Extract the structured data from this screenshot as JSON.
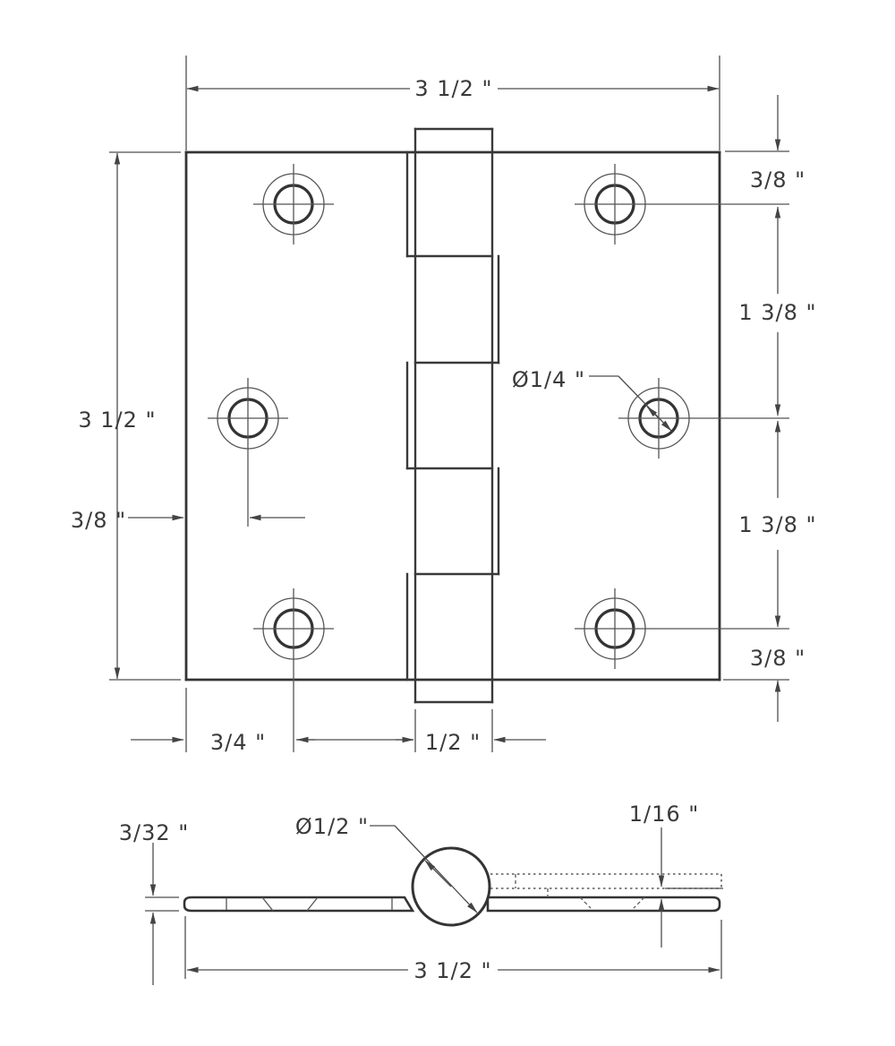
{
  "top_view": {
    "width_dim": "3 1/2 \"",
    "height_dim": "3 1/2 \"",
    "middle_hole_offset_dim": "3/8 \"",
    "right_top_margin_dim": "3/8 \"",
    "right_upper_spacing_dim": "1 3/8 \"",
    "right_lower_spacing_dim": "1 3/8 \"",
    "right_bottom_margin_dim": "3/8 \"",
    "corner_hole_offset_dim": "3/4 \"",
    "barrel_width_dim": "1/2 \"",
    "screw_hole_diameter_label": "Ø1/4 \""
  },
  "side_view": {
    "leaf_thickness_dim": "3/32 \"",
    "knuckle_diameter_label": "Ø1/2 \"",
    "leaf_offset_dim": "1/16 \"",
    "width_dim": "3 1/2 \""
  }
}
